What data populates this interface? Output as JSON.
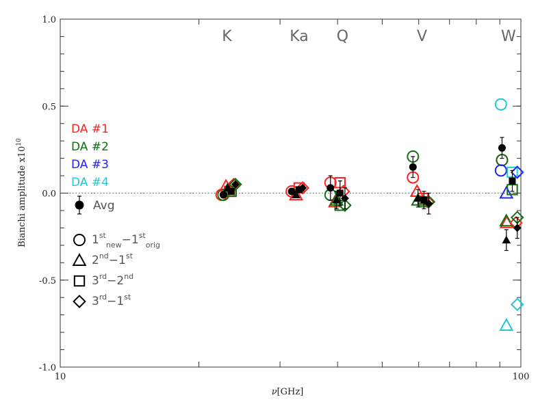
{
  "chart_data": {
    "type": "scatter",
    "xlabel_symbol": "ν",
    "xlabel_unit": "[GHz]",
    "ylabel": "Bianchi amplitude x10",
    "ylabel_exp": "10",
    "x_scale": "log",
    "xlim": [
      10,
      100
    ],
    "ylim": [
      -1.0,
      1.0
    ],
    "x_ticks": [
      {
        "value": 10,
        "label": "10"
      },
      {
        "value": 100,
        "label": "100"
      }
    ],
    "y_ticks": [
      {
        "value": 1.0,
        "label": "1.0"
      },
      {
        "value": 0.5,
        "label": "0.5"
      },
      {
        "value": 0.0,
        "label": "0.0"
      },
      {
        "value": -0.5,
        "label": "-0.5"
      },
      {
        "value": -1.0,
        "label": "-1.0"
      }
    ],
    "zero_line": "dotted",
    "band_labels": [
      {
        "label": "K",
        "x": 23.0
      },
      {
        "label": "Ka",
        "x": 33.0
      },
      {
        "label": "Q",
        "x": 41.0
      },
      {
        "label": "V",
        "x": 61.0
      },
      {
        "label": "W",
        "x": 94.0
      }
    ],
    "colors": {
      "da1": "#ff2020",
      "da2": "#107010",
      "da3": "#2020ff",
      "da4": "#20c8d0",
      "avg": "#000000",
      "text": "#555555"
    },
    "legend_da": [
      {
        "label": "DA #1",
        "color_key": "da1"
      },
      {
        "label": "DA #2",
        "color_key": "da2"
      },
      {
        "label": "DA #3",
        "color_key": "da3"
      },
      {
        "label": "DA #4",
        "color_key": "da4"
      }
    ],
    "legend_avg": "Avg",
    "legend_shapes": [
      {
        "shape": "circle",
        "a": "1",
        "a_sup": "st",
        "a_sub": "new",
        "b": "1",
        "b_sup": "st",
        "b_sub": "orig"
      },
      {
        "shape": "triangle",
        "a": "2",
        "a_sup": "nd",
        "a_sub": "",
        "b": "1",
        "b_sup": "st",
        "b_sub": ""
      },
      {
        "shape": "square",
        "a": "3",
        "a_sup": "rd",
        "a_sub": "",
        "b": "2",
        "b_sup": "nd",
        "b_sub": ""
      },
      {
        "shape": "diamond",
        "a": "3",
        "a_sup": "rd",
        "a_sub": "",
        "b": "1",
        "b_sup": "st",
        "b_sub": ""
      }
    ],
    "points": [
      {
        "x": 22.4,
        "y": -0.01,
        "shape": "circle",
        "da": "da1"
      },
      {
        "x": 22.6,
        "y": -0.01,
        "shape": "circle",
        "da": "da2"
      },
      {
        "x": 22.9,
        "y": 0.04,
        "shape": "triangle",
        "da": "da1"
      },
      {
        "x": 23.1,
        "y": 0.02,
        "shape": "triangle",
        "da": "da2"
      },
      {
        "x": 23.3,
        "y": 0.01,
        "shape": "square",
        "da": "da1"
      },
      {
        "x": 23.5,
        "y": 0.01,
        "shape": "square",
        "da": "da2"
      },
      {
        "x": 23.8,
        "y": 0.05,
        "shape": "diamond",
        "da": "da1"
      },
      {
        "x": 24.0,
        "y": 0.05,
        "shape": "diamond",
        "da": "da2"
      },
      {
        "x": 31.8,
        "y": 0.01,
        "shape": "circle",
        "da": "da1"
      },
      {
        "x": 32.5,
        "y": -0.01,
        "shape": "triangle",
        "da": "da1"
      },
      {
        "x": 33.0,
        "y": 0.03,
        "shape": "square",
        "da": "da1"
      },
      {
        "x": 33.6,
        "y": 0.03,
        "shape": "diamond",
        "da": "da1"
      },
      {
        "x": 38.6,
        "y": 0.06,
        "shape": "circle",
        "da": "da1"
      },
      {
        "x": 38.6,
        "y": -0.01,
        "shape": "circle",
        "da": "da2"
      },
      {
        "x": 39.5,
        "y": -0.05,
        "shape": "triangle",
        "da": "da1"
      },
      {
        "x": 39.8,
        "y": -0.04,
        "shape": "triangle",
        "da": "da2"
      },
      {
        "x": 40.5,
        "y": 0.06,
        "shape": "square",
        "da": "da1"
      },
      {
        "x": 40.5,
        "y": -0.07,
        "shape": "square",
        "da": "da2"
      },
      {
        "x": 41.2,
        "y": 0.01,
        "shape": "diamond",
        "da": "da1"
      },
      {
        "x": 41.5,
        "y": -0.07,
        "shape": "diamond",
        "da": "da2"
      },
      {
        "x": 58.3,
        "y": 0.09,
        "shape": "circle",
        "da": "da1"
      },
      {
        "x": 58.3,
        "y": 0.21,
        "shape": "circle",
        "da": "da2"
      },
      {
        "x": 59.5,
        "y": 0.01,
        "shape": "triangle",
        "da": "da1"
      },
      {
        "x": 59.8,
        "y": -0.04,
        "shape": "triangle",
        "da": "da2"
      },
      {
        "x": 61.3,
        "y": -0.03,
        "shape": "square",
        "da": "da1"
      },
      {
        "x": 61.6,
        "y": -0.05,
        "shape": "square",
        "da": "da2"
      },
      {
        "x": 62.8,
        "y": -0.05,
        "shape": "diamond",
        "da": "da1"
      },
      {
        "x": 63.1,
        "y": -0.05,
        "shape": "diamond",
        "da": "da2"
      },
      {
        "x": 91.0,
        "y": 0.19,
        "shape": "circle",
        "da": "da1"
      },
      {
        "x": 91.0,
        "y": 0.19,
        "shape": "circle",
        "da": "da2"
      },
      {
        "x": 90.5,
        "y": 0.13,
        "shape": "circle",
        "da": "da3"
      },
      {
        "x": 90.5,
        "y": 0.51,
        "shape": "circle",
        "da": "da4"
      },
      {
        "x": 93.2,
        "y": -0.17,
        "shape": "triangle",
        "da": "da1"
      },
      {
        "x": 93.0,
        "y": -0.16,
        "shape": "triangle",
        "da": "da2"
      },
      {
        "x": 93.0,
        "y": 0.0,
        "shape": "triangle",
        "da": "da3"
      },
      {
        "x": 93.0,
        "y": -0.76,
        "shape": "triangle",
        "da": "da4"
      },
      {
        "x": 95.8,
        "y": 0.02,
        "shape": "square",
        "da": "da2"
      },
      {
        "x": 95.8,
        "y": 0.12,
        "shape": "square",
        "da": "da4"
      },
      {
        "x": 97.6,
        "y": -0.17,
        "shape": "diamond",
        "da": "da1"
      },
      {
        "x": 98.2,
        "y": -0.14,
        "shape": "diamond",
        "da": "da2"
      },
      {
        "x": 98.2,
        "y": 0.12,
        "shape": "diamond",
        "da": "da3"
      },
      {
        "x": 98.2,
        "y": -0.64,
        "shape": "diamond",
        "da": "da4"
      }
    ],
    "avg_points": [
      {
        "x": 22.6,
        "y": -0.01,
        "err": 0.01,
        "shape": "circle"
      },
      {
        "x": 23.1,
        "y": 0.03,
        "err": 0.01,
        "shape": "triangle"
      },
      {
        "x": 23.5,
        "y": 0.01,
        "err": 0.01,
        "shape": "square"
      },
      {
        "x": 24.0,
        "y": 0.05,
        "err": 0.01,
        "shape": "diamond"
      },
      {
        "x": 31.8,
        "y": 0.01,
        "err": 0.01,
        "shape": "circle"
      },
      {
        "x": 32.5,
        "y": -0.01,
        "err": 0.01,
        "shape": "triangle"
      },
      {
        "x": 33.0,
        "y": 0.02,
        "err": 0.01,
        "shape": "square"
      },
      {
        "x": 33.6,
        "y": 0.03,
        "err": 0.01,
        "shape": "diamond"
      },
      {
        "x": 38.6,
        "y": 0.03,
        "err": 0.07,
        "shape": "circle"
      },
      {
        "x": 39.8,
        "y": -0.04,
        "err": 0.05,
        "shape": "triangle"
      },
      {
        "x": 40.5,
        "y": 0.0,
        "err": 0.07,
        "shape": "square"
      },
      {
        "x": 41.5,
        "y": -0.03,
        "err": 0.06,
        "shape": "diamond"
      },
      {
        "x": 58.3,
        "y": 0.15,
        "err": 0.06,
        "shape": "circle"
      },
      {
        "x": 59.8,
        "y": -0.03,
        "err": 0.05,
        "shape": "triangle"
      },
      {
        "x": 61.6,
        "y": -0.04,
        "err": 0.05,
        "shape": "square"
      },
      {
        "x": 63.1,
        "y": -0.06,
        "err": 0.06,
        "shape": "diamond"
      },
      {
        "x": 91.0,
        "y": 0.26,
        "err": 0.06,
        "shape": "circle"
      },
      {
        "x": 93.0,
        "y": -0.27,
        "err": 0.06,
        "shape": "triangle"
      },
      {
        "x": 95.8,
        "y": 0.07,
        "err": 0.06,
        "shape": "square"
      },
      {
        "x": 98.2,
        "y": -0.2,
        "err": 0.06,
        "shape": "diamond"
      }
    ]
  }
}
